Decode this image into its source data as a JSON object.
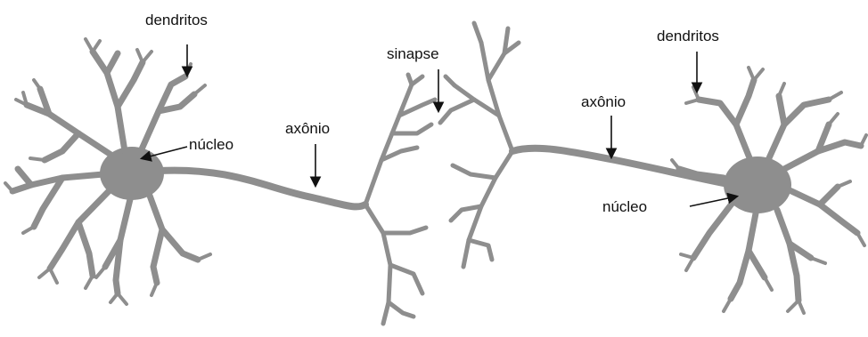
{
  "diagram": {
    "colors": {
      "neuron": "#8e8e8e",
      "arrow": "#111111",
      "background": "#ffffff"
    },
    "labels": {
      "left_dendrites": "dendritos",
      "left_nucleus": "núcleo",
      "left_axon": "axônio",
      "synapse": "sinapse",
      "right_axon": "axônio",
      "right_dendrites": "dendritos",
      "right_nucleus": "núcleo"
    }
  }
}
